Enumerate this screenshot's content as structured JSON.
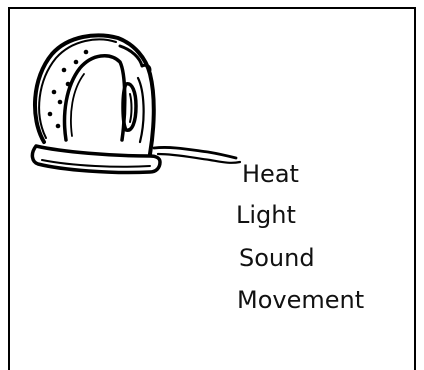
{
  "illustration": {
    "icon": "clothes-iron-icon"
  },
  "words": [
    "Heat",
    "Light",
    "Sound",
    "Movement"
  ]
}
